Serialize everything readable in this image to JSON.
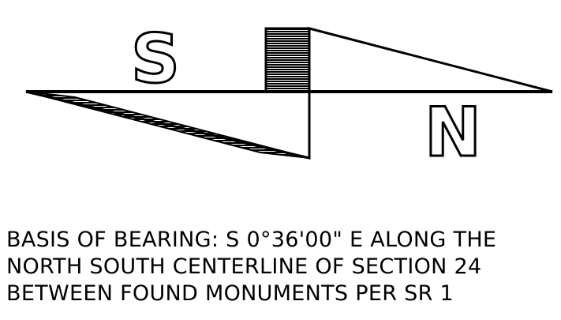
{
  "north_arrow": {
    "south_letter": "S",
    "north_letter": "N",
    "south_icon": "south-half-arrow-icon",
    "north_icon": "north-half-arrow-icon"
  },
  "basis_of_bearing": {
    "lines": [
      "BASIS OF BEARING: S 0°36'00\" E ALONG THE",
      "NORTH SOUTH CENTERLINE OF SECTION 24",
      "BETWEEN FOUND MONUMENTS PER SR 1"
    ]
  },
  "colors": {
    "ink": "#000000",
    "paper": "#ffffff"
  }
}
